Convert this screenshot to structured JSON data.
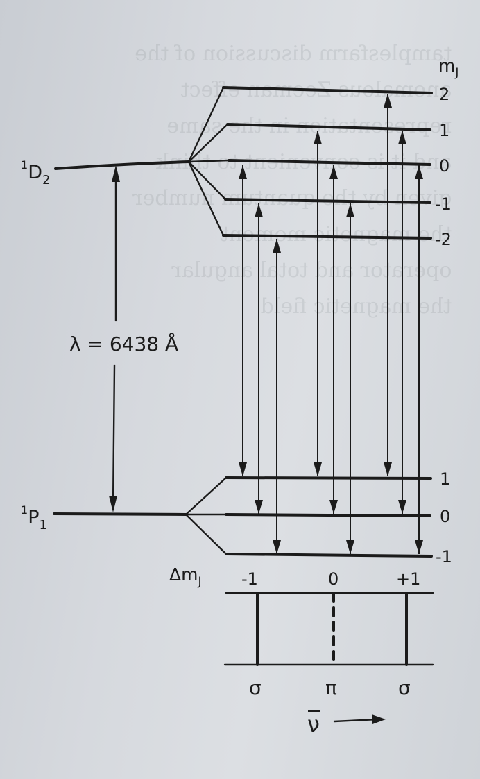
{
  "states": {
    "upper": {
      "term": "D",
      "sup": "1",
      "sub": "2"
    },
    "lower": {
      "term": "P",
      "sup": "1",
      "sub": "1"
    }
  },
  "header": {
    "mj_label": "m",
    "mj_sub": "J"
  },
  "upper_mj": [
    "2",
    "1",
    "0",
    "-1",
    "-2"
  ],
  "lower_mj": [
    "1",
    "0",
    "-1"
  ],
  "wavelength": "λ = 6438 Å",
  "delta_m": {
    "label": "Δm",
    "label_sub": "J",
    "values": [
      "-1",
      "0",
      "+1"
    ],
    "polarization": [
      "σ",
      "π",
      "σ"
    ]
  },
  "wavenumber": {
    "symbol": "ν",
    "arrow": "⟶"
  },
  "colors": {
    "ink": "#1b1b1b",
    "paper": "#d8dbdf"
  },
  "transitions": [
    {
      "from_mj": "0",
      "to_mj": "1",
      "delta": "-1"
    },
    {
      "from_mj": "-1",
      "to_mj": "0",
      "delta": "-1"
    },
    {
      "from_mj": "-2",
      "to_mj": "-1",
      "delta": "-1"
    },
    {
      "from_mj": "1",
      "to_mj": "1",
      "delta": "0"
    },
    {
      "from_mj": "0",
      "to_mj": "0",
      "delta": "0"
    },
    {
      "from_mj": "-1",
      "to_mj": "-1",
      "delta": "0"
    },
    {
      "from_mj": "2",
      "to_mj": "1",
      "delta": "+1"
    },
    {
      "from_mj": "1",
      "to_mj": "0",
      "delta": "+1"
    },
    {
      "from_mj": "0",
      "to_mj": "-1",
      "delta": "+1"
    }
  ]
}
